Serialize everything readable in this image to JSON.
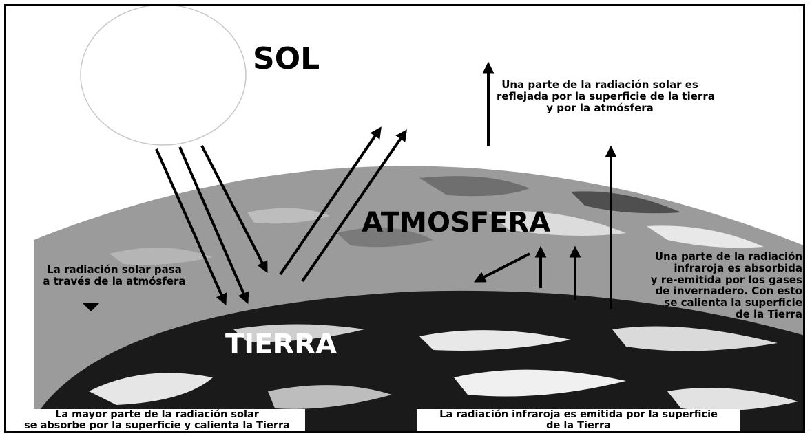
{
  "labels": {
    "sun": "SOL",
    "atmosphere": "ATMOSFERA",
    "earth": "TIERRA"
  },
  "notes": {
    "reflected": [
      "Una parte de la radiación solar es",
      "reflejada por la superficie de la tierra",
      "y por la atmósfera"
    ],
    "passes": [
      "La radiación solar pasa",
      "a través de la atmósfera"
    ],
    "absorbed_reemitted": [
      "Una parte de la radiación",
      "infraroja es absorbida",
      "y re-emitida por los gases",
      "de invernadero. Con esto",
      "se calienta la superficie",
      "de la Tierra"
    ],
    "surface_absorbs": [
      "La mayor parte de la radiación solar",
      "se absorbe por la superficie y calienta la Tierra"
    ],
    "infrared_emitted": [
      "La radiación infraroja es emitida por la superficie",
      "de la Tierra"
    ]
  },
  "colors": {
    "ink": "#000000",
    "atmosphere_fill": "#9b9b9b",
    "earth_fill": "#1a1a1a",
    "cloud": "#e8e8e8",
    "background": "#ffffff"
  }
}
